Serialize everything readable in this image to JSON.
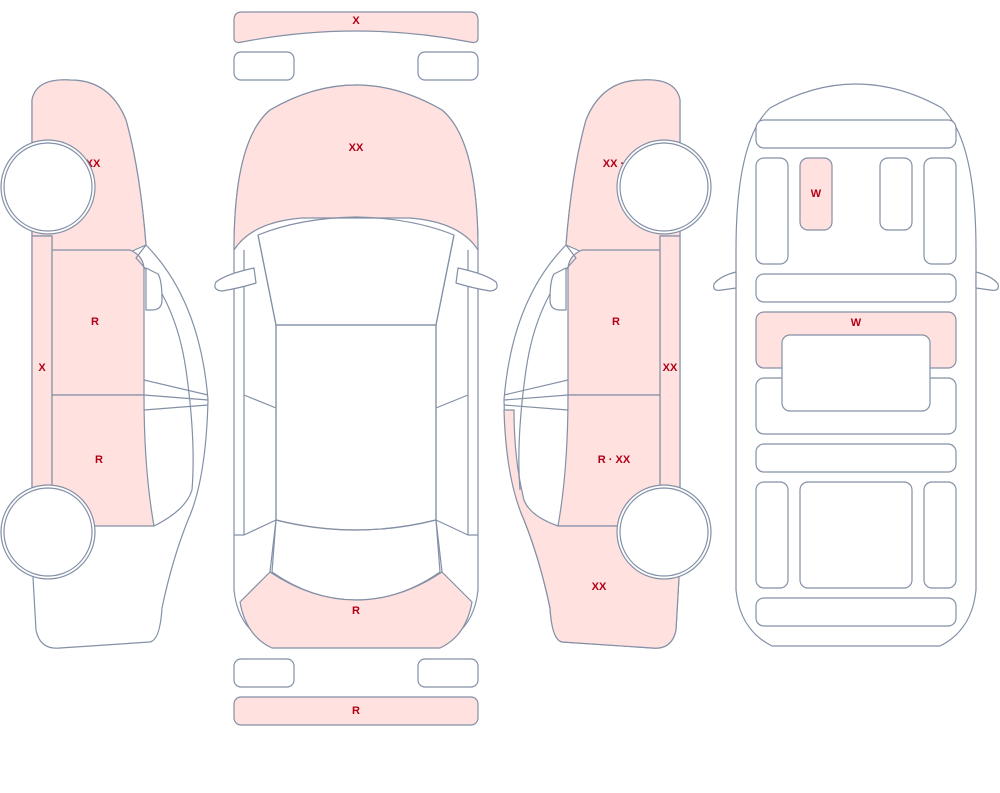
{
  "damage_legend_colors": {
    "damaged_fill": "#ffe1df",
    "outline": "#8390a6",
    "label": "#b00016"
  },
  "labels": {
    "front_bumper": "X",
    "hood": "XX",
    "rear_bumper_top": "R",
    "rear_bumper_bottom": "R",
    "left_front_fender": "XX",
    "left_front_door": "R",
    "left_rear_door": "R",
    "left_rocker": "X",
    "right_front_fender": "XX · R",
    "right_front_door": "R",
    "right_rear_door": "R · XX",
    "right_rocker": "XX",
    "right_rear_quarter": "XX",
    "interior_front_seat": "W",
    "interior_console": "W"
  }
}
